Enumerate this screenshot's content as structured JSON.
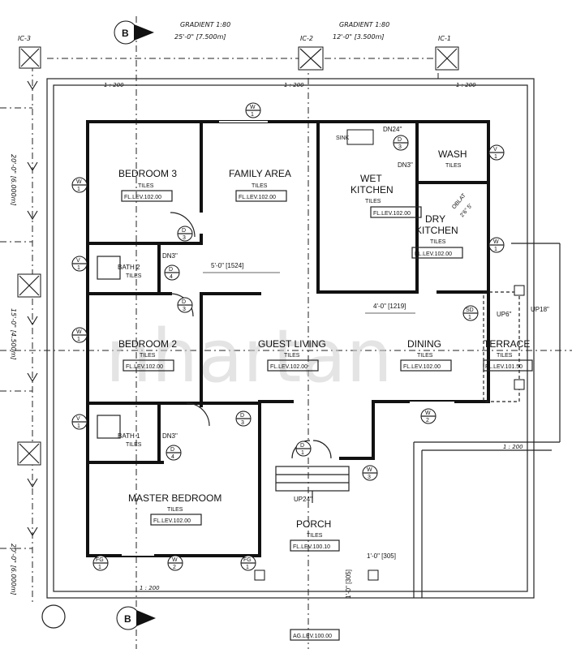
{
  "top": {
    "gradient_left": "GRADIENT 1:80",
    "gradient_left_dim": "25'-0\" [7.500m]",
    "gradient_right": "GRADIENT 1:80",
    "gradient_right_dim": "12'-0\" [3.500m]"
  },
  "inspection_chambers": [
    "IC-3",
    "IC-2",
    "IC-1"
  ],
  "section_marker": "B",
  "slope_label": "1 : 200",
  "rooms": {
    "bedroom3": {
      "name": "BEDROOM 3",
      "finish": "TILES",
      "level": "FL.LEV.102.00"
    },
    "family": {
      "name": "FAMILY AREA",
      "finish": "TILES",
      "level": "FL.LEV.102.00"
    },
    "wet_kitchen": {
      "name1": "WET",
      "name2": "KITCHEN",
      "finish": "TILES",
      "level": "FL.LEV.102.00"
    },
    "wash": {
      "name": "WASH",
      "finish": "TILES"
    },
    "dry_kitchen": {
      "name1": "DRY",
      "name2": "KITCHEN",
      "finish": "TILES",
      "level": "FL.LEV.102.00"
    },
    "bath2": {
      "name": "BATH 2",
      "finish": "TILES"
    },
    "bedroom2": {
      "name": "BEDROOM 2",
      "finish": "TILES",
      "level": "FL.LEV.102.00"
    },
    "guest": {
      "name": "GUEST LIVING",
      "finish": "TILES",
      "level": "FL.LEV.102.00"
    },
    "dining": {
      "name": "DINING",
      "finish": "TILES",
      "level": "FL.LEV.102.00"
    },
    "terrace": {
      "name": "TERRACE",
      "finish": "TILES",
      "level": "FL.LEV.101.50"
    },
    "bath1": {
      "name": "BATH 1",
      "finish": "TILES"
    },
    "master": {
      "name": "MASTER BEDROOM",
      "finish": "TILES",
      "level": "FL.LEV.102.00"
    },
    "porch": {
      "name": "PORCH",
      "finish": "TILES",
      "level": "FL.LEV.100.10"
    }
  },
  "annotations": {
    "dn24": "DN24\"",
    "dn3": "DN3\"",
    "sink": "SINK",
    "oblat": "OBLAT",
    "oblat_dim": "2'6\" 5'",
    "dim_5ft": "5'-0\" [1524]",
    "dim_4ft": "4'-0\" [1219]",
    "up6": "UP6\"",
    "up18": "UP18\"",
    "up24": "UP24\"",
    "dim_1ft_a": "1'-0\" [305]",
    "dim_1ft_b": "1'-0\" [305]",
    "ag_level": "AG.LEV.100.00"
  },
  "left_dims": {
    "d1": "20'-0\" [6.000m]",
    "d2": "15'-0\" [4.500m]",
    "d3": "20'-0\" [6.000m]"
  },
  "tags": {
    "w1": "W",
    "w2": "W",
    "w3": "W",
    "d1": "D",
    "d3": "D",
    "d4": "D",
    "fg": "FG",
    "v": "V",
    "sd": "SD",
    "n1": "1",
    "n2": "2",
    "n3": "3",
    "n4": "4"
  },
  "watermark": "nhartan"
}
